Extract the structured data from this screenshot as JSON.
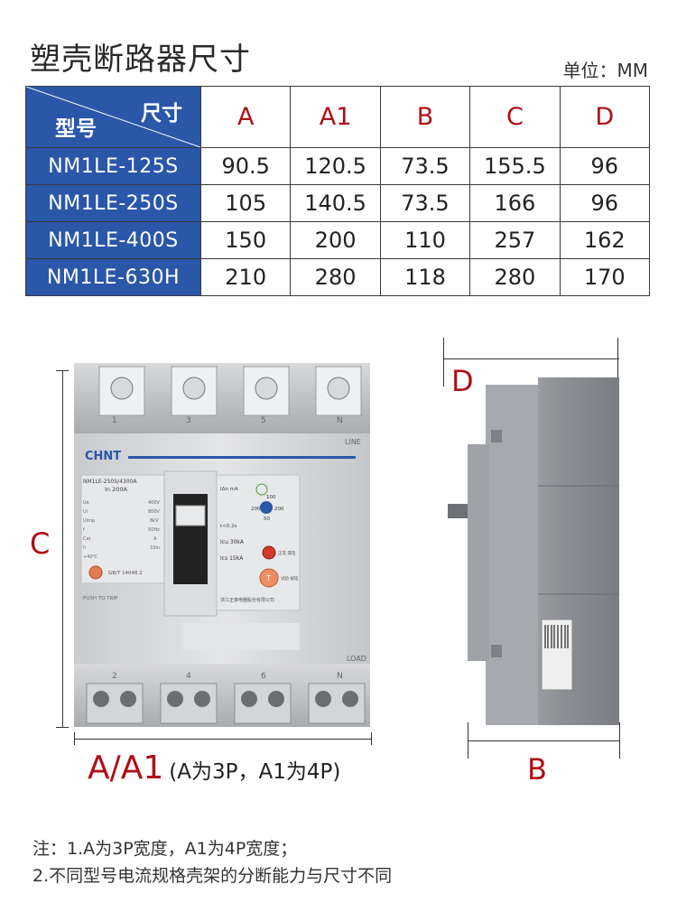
{
  "title": "塑壳断路器尺寸",
  "unit": "单位：MM",
  "table": {
    "corner_size": "尺寸",
    "corner_model": "型号",
    "columns": [
      "A",
      "A1",
      "B",
      "C",
      "D"
    ],
    "rows": [
      {
        "model": "NM1LE-125S",
        "values": [
          "90.5",
          "120.5",
          "73.5",
          "155.5",
          "96"
        ]
      },
      {
        "model": "NM1LE-250S",
        "values": [
          "105",
          "140.5",
          "73.5",
          "166",
          "96"
        ]
      },
      {
        "model": "NM1LE-400S",
        "values": [
          "150",
          "200",
          "110",
          "257",
          "162"
        ]
      },
      {
        "model": "NM1LE-630H",
        "values": [
          "210",
          "280",
          "118",
          "280",
          "170"
        ]
      }
    ]
  },
  "labels": {
    "c": "C",
    "d": "D",
    "b": "B",
    "a_a1": "A/A1",
    "a_note": "(A为3P，A1为4P)"
  },
  "device": {
    "brand": "CHNT",
    "model_plate": "NM1LE-250S/4300A",
    "rating": "In 200A",
    "top_terminals": [
      "1",
      "3",
      "5",
      "N"
    ],
    "bottom_terminals": [
      "2",
      "4",
      "6",
      "N"
    ],
    "line": "LINE",
    "load": "LOAD",
    "push_to_trip": "PUSH TO TRIP",
    "standard": "GB/T 14048.2",
    "icu": "Icu 30kA",
    "ics": "Ics 15kA",
    "specs": [
      {
        "k": "Ue",
        "v": "400V"
      },
      {
        "k": "Ui",
        "v": "800V"
      },
      {
        "k": "Uimp",
        "v": "8kV"
      },
      {
        "k": "f",
        "v": "50Hz"
      },
      {
        "k": "Cat",
        "v": "A"
      },
      {
        "k": "Ii",
        "v": "10In"
      },
      {
        "k": "+40℃",
        "v": ""
      }
    ],
    "leak_values": [
      "100",
      "200",
      "200",
      "50"
    ],
    "leak_label": "IΔn mA",
    "time_label": "t<0.2s",
    "btn_label_red": "正常 漏电",
    "btn_label_test": "试验 按钮",
    "maker": "浙江正泰电器股份有限公司"
  },
  "notes": [
    "注：1.A为3P宽度，A1为4P宽度；",
    "2.不同型号电流规格壳架的分断能力与尺寸不同"
  ]
}
